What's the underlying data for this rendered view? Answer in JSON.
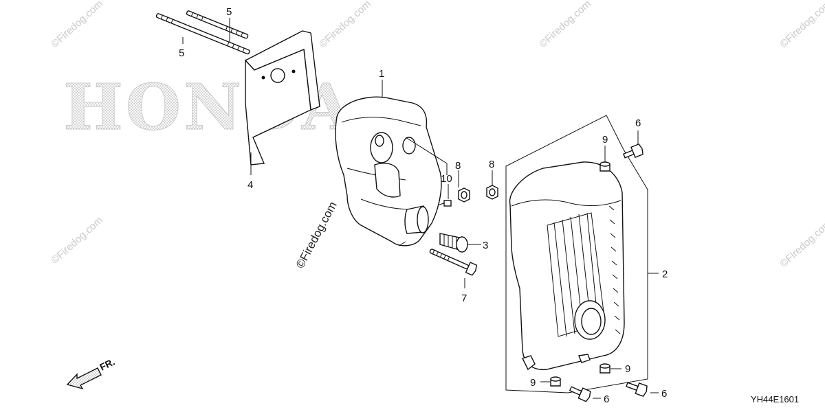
{
  "logo_text": "HONDA",
  "watermark_text": "©Firedog.com",
  "reference_code": "YH44E1601",
  "front_indicator": "FR.",
  "callouts": [
    "1",
    "2",
    "3",
    "4",
    "5",
    "5",
    "6",
    "6",
    "6",
    "7",
    "8",
    "8",
    "9",
    "9",
    "9",
    "10"
  ]
}
